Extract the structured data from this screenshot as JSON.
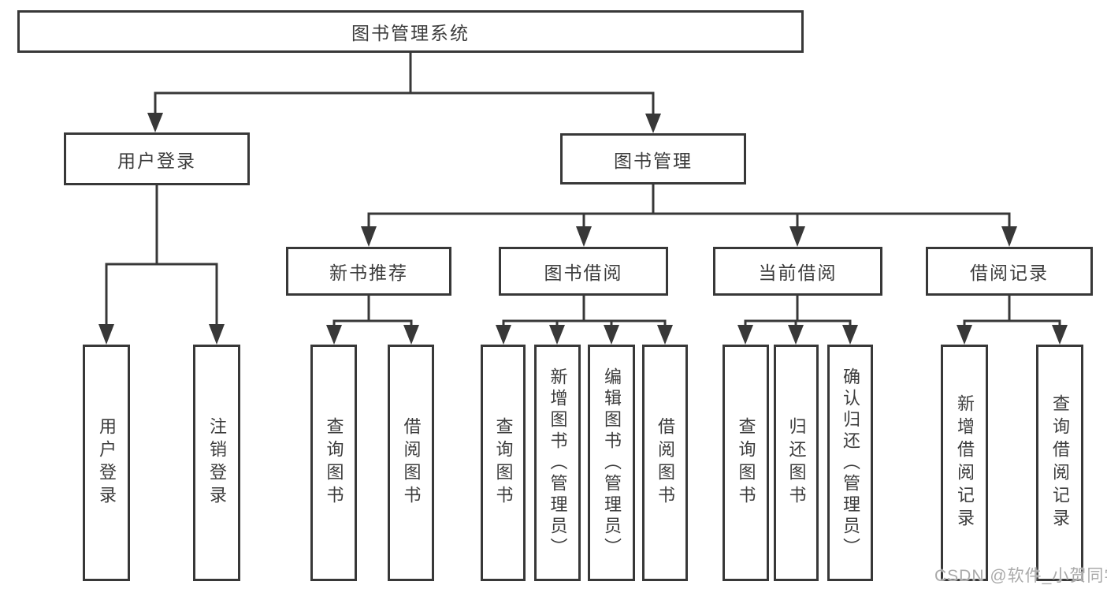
{
  "tree": {
    "root": {
      "label": "图书管理系统"
    },
    "children": [
      {
        "label": "用户登录",
        "children": [
          {
            "label": "用户登录"
          },
          {
            "label": "注销登录"
          }
        ]
      },
      {
        "label": "图书管理",
        "children": [
          {
            "label": "新书推荐",
            "children": [
              {
                "label": "查询图书"
              },
              {
                "label": "借阅图书"
              }
            ]
          },
          {
            "label": "图书借阅",
            "children": [
              {
                "label": "查询图书"
              },
              {
                "label": "新增图书（管理员）"
              },
              {
                "label": "编辑图书（管理员）"
              },
              {
                "label": "借阅图书"
              }
            ]
          },
          {
            "label": "当前借阅",
            "children": [
              {
                "label": "查询图书"
              },
              {
                "label": "归还图书"
              },
              {
                "label": "确认归还（管理员）"
              }
            ]
          },
          {
            "label": "借阅记录",
            "children": [
              {
                "label": "新增借阅记录"
              },
              {
                "label": "查询借阅记录"
              }
            ]
          }
        ]
      }
    ]
  },
  "watermark": {
    "text": "CSDN @软件_小贺同学"
  },
  "colors": {
    "line": "#383838",
    "box_border": "#383838",
    "text": "#3c3c3c",
    "background": "#ffffff",
    "watermark": "#aaaaaa"
  }
}
